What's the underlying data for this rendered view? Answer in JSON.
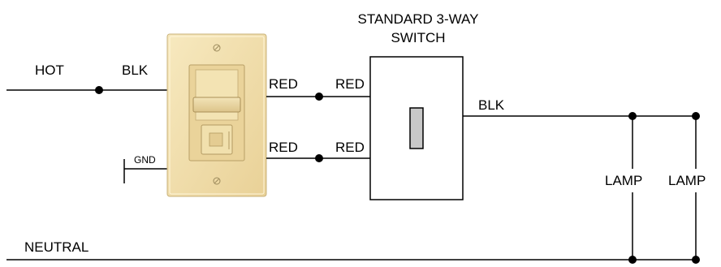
{
  "title_line1": "STANDARD 3-WAY",
  "title_line2": "SWITCH",
  "labels": {
    "hot": "HOT",
    "blk_in": "BLK",
    "gnd": "GND",
    "red_dimmer_top": "RED",
    "red_switch_top": "RED",
    "red_dimmer_bottom": "RED",
    "red_switch_bottom": "RED",
    "blk_out": "BLK",
    "lamp1": "LAMP",
    "lamp2": "LAMP",
    "neutral": "NEUTRAL"
  },
  "colors": {
    "wire": "#000000",
    "dimmer_plate": "#f1dca6",
    "dimmer_plate_edge": "#c9b27a",
    "switch_toggle": "#c8c8c8"
  }
}
